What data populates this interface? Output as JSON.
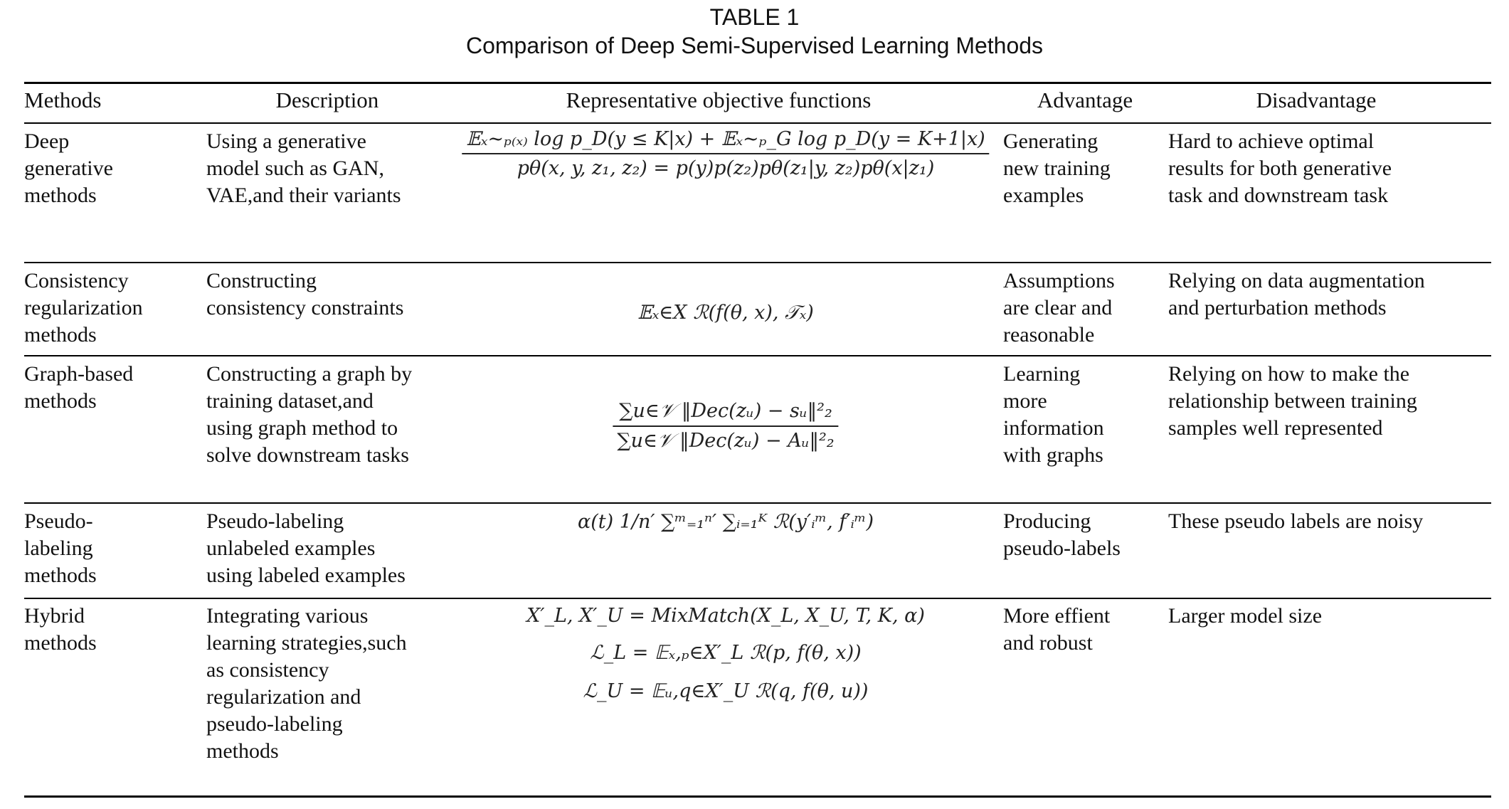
{
  "caption": {
    "label": "TABLE 1",
    "title": "Comparison of Deep Semi-Supervised Learning Methods"
  },
  "headers": [
    "Methods",
    "Description",
    "Representative objective functions",
    "Advantage",
    "Disadvantage"
  ],
  "rows": [
    {
      "method": [
        "Deep",
        "generative",
        "methods"
      ],
      "description": [
        "Using a generative",
        "model such as GAN,",
        "VAE,and their variants"
      ],
      "formula": [
        "𝔼ₓ∼ₚ₍ₓ₎ log p_D(y ≤ K|x) + 𝔼ₓ∼ₚ_G log p_D(y = K+1|x)",
        "pθ(x, y, z₁, z₂) = p(y)p(z₂)pθ(z₁|y, z₂)pθ(x|z₁)"
      ],
      "advantage": [
        "Generating",
        "new training",
        "examples"
      ],
      "disadvantage": [
        "Hard to achieve optimal",
        "results for both generative",
        "task and downstream task"
      ]
    },
    {
      "method": [
        "Consistency",
        "regularization",
        "methods"
      ],
      "description": [
        "Constructing",
        "consistency constraints"
      ],
      "formula": [
        "𝔼ₓ∈X ℛ(f(θ, x), 𝒯ₓ)"
      ],
      "advantage": [
        "Assumptions",
        "are clear and",
        "reasonable"
      ],
      "disadvantage": [
        "Relying on data augmentation",
        "and perturbation methods"
      ]
    },
    {
      "method": [
        "Graph-based",
        "methods"
      ],
      "description": [
        "Constructing a graph by",
        "training dataset,and",
        "using graph method to",
        "solve downstream tasks"
      ],
      "formula": [
        "∑u∈𝒱 ‖Dec(zᵤ) − sᵤ‖²₂",
        "∑u∈𝒱 ‖Dec(zᵤ) − Aᵤ‖²₂"
      ],
      "advantage": [
        "Learning",
        "more",
        "information",
        "with graphs"
      ],
      "disadvantage": [
        "Relying on how to make the",
        "relationship between training",
        "samples well represented"
      ]
    },
    {
      "method": [
        "Pseudo-",
        "labeling",
        "methods"
      ],
      "description": [
        "Pseudo-labeling",
        "unlabeled examples",
        "using labeled examples"
      ],
      "formula": [
        "α(t) 1/n′ ∑ᵐ₌₁ⁿ′ ∑ᵢ₌₁ᴷ ℛ(y′ᵢᵐ, f′ᵢᵐ)"
      ],
      "advantage": [
        "Producing",
        "pseudo-labels"
      ],
      "disadvantage": [
        "These pseudo labels are noisy"
      ]
    },
    {
      "method": [
        "Hybrid",
        "methods"
      ],
      "description": [
        "Integrating various",
        "learning strategies,such",
        "as consistency",
        "regularization and",
        "pseudo-labeling",
        "methods"
      ],
      "formula": [
        "X′_L, X′_U = MixMatch(X_L, X_U, T, K, α)",
        "ℒ_L = 𝔼ₓ,ₚ∈X′_L ℛ(p, f(θ, x))",
        "ℒ_U = 𝔼ᵤ,q∈X′_U ℛ(q, f(θ, u))"
      ],
      "advantage": [
        "More effient",
        "and robust"
      ],
      "disadvantage": [
        "Larger model size"
      ]
    }
  ]
}
